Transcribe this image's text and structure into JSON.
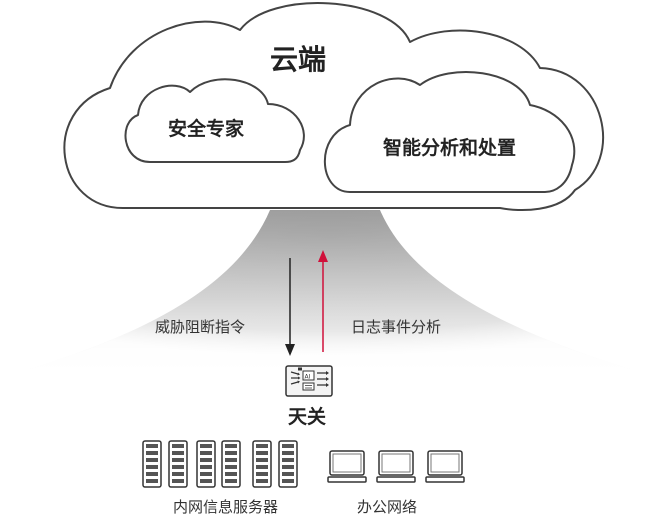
{
  "cloud": {
    "title": "云端",
    "sub_left": "安全专家",
    "sub_right": "智能分析和处置"
  },
  "flow": {
    "down_label": "威胁阻断指令",
    "up_label": "日志事件分析",
    "down_color": "#222222",
    "up_color": "#d0103a"
  },
  "gateway": {
    "name": "天关",
    "icon": "gateway-ai-device-icon"
  },
  "endpoints": {
    "servers_label": "内网信息服务器",
    "office_label": "办公网络",
    "server_icon": "server-rack-icon",
    "laptop_icon": "laptop-icon"
  }
}
